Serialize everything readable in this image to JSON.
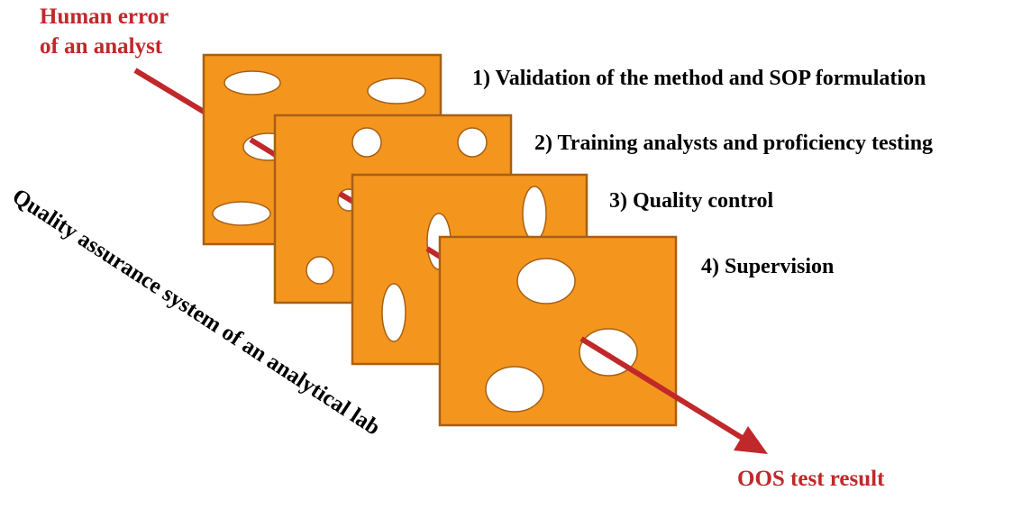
{
  "diagram": {
    "input_label_line1": "Human error",
    "input_label_line2": "of an analyst",
    "output_label": "OOS test result",
    "system_label": "Quality assurance system of an analytical lab",
    "layers": [
      {
        "label": "1) Validation of the method and SOP formulation"
      },
      {
        "label": "2) Training analysts and proficiency testing"
      },
      {
        "label": "3) Quality control"
      },
      {
        "label": "4) Supervision"
      }
    ]
  },
  "colors": {
    "slice_fill": "#F4961E",
    "slice_border": "#A75F16",
    "hole_fill": "#FFFFFF",
    "error_red": "#C0282A",
    "text_black": "#000000"
  }
}
